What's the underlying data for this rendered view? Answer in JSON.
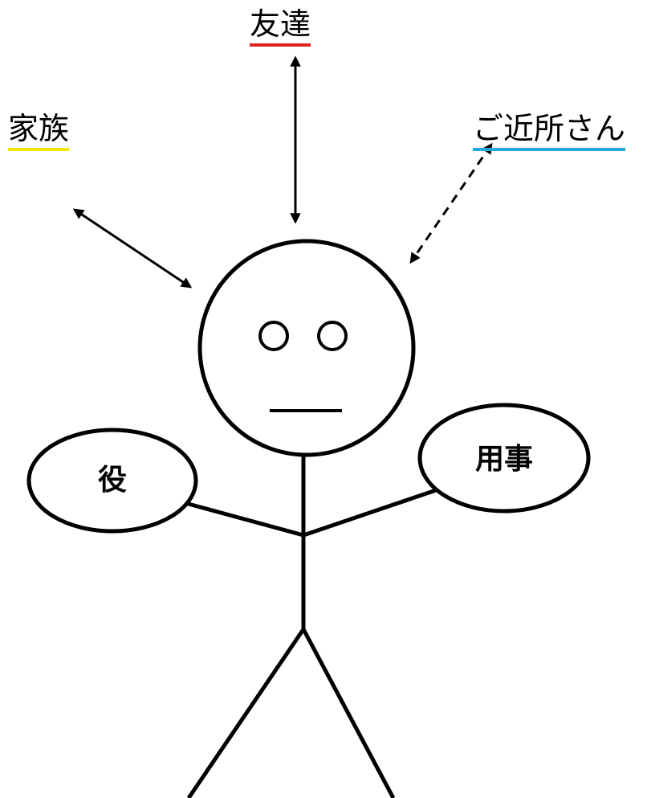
{
  "labels": {
    "friends": "友達",
    "family": "家族",
    "neighbors": "ご近所さん"
  },
  "bubbles": {
    "role": "役",
    "errand": "用事"
  },
  "colors": {
    "friends_underline": "#e0201b",
    "family_underline": "#f2e600",
    "neighbors_underline": "#22a9e0",
    "stroke": "#000000"
  }
}
